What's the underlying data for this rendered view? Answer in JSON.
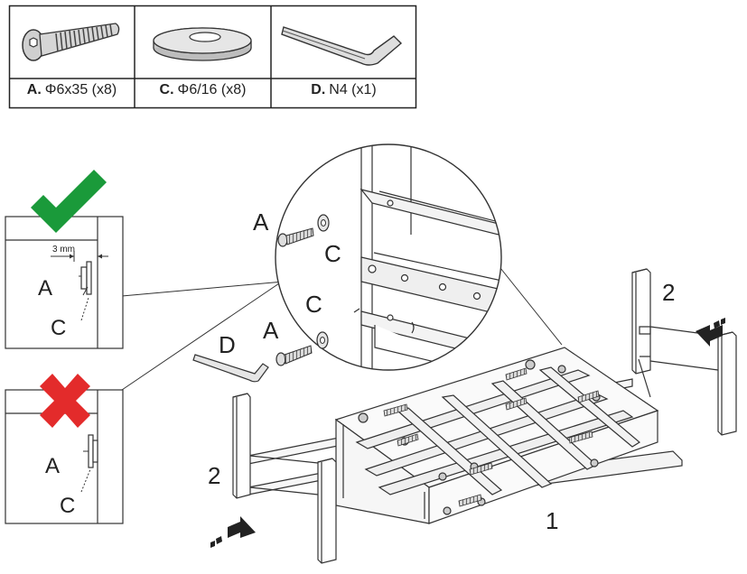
{
  "parts": [
    {
      "letter": "A.",
      "desc": "Φ6x35 (x8)",
      "icon": "bolt-icon"
    },
    {
      "letter": "C.",
      "desc": "Φ6/16 (x8)",
      "icon": "washer-icon"
    },
    {
      "letter": "D.",
      "desc": "N4 (x1)",
      "icon": "hex-key-icon"
    }
  ],
  "detail_correct": {
    "icon": "checkmark-icon",
    "color": "#1a9a3a",
    "gap_label": "3 mm",
    "bolt_label": "A",
    "washer_label": "C"
  },
  "detail_incorrect": {
    "icon": "cross-icon",
    "color": "#e32b2b",
    "bolt_label": "A",
    "washer_label": "C"
  },
  "callouts": {
    "zoom_bolt_top": "A",
    "zoom_washer_top": "C",
    "zoom_washer_bottom": "C",
    "zoom_bolt_bottom": "A",
    "hex_key": "D",
    "leg_right": "2",
    "leg_left": "2",
    "base_frame": "1"
  }
}
